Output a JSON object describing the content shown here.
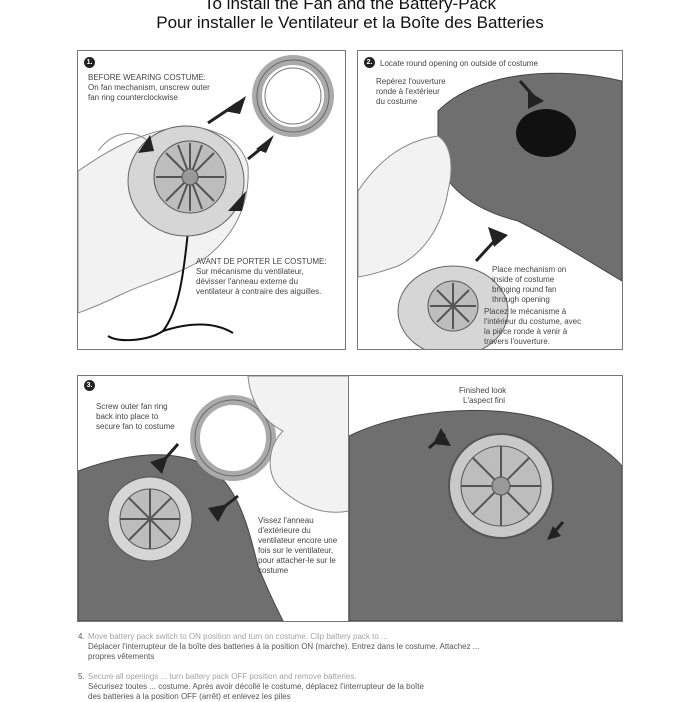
{
  "header": {
    "title_en": "To install the Fan and the Battery-Pack",
    "title_fr": "Pour installer le Ventilateur et la Boîte des Batteries"
  },
  "steps": {
    "s1": {
      "number": "1.",
      "en_heading": "BEFORE WEARING COSTUME:",
      "en_text": "On fan mechanism, unscrew outer\nfan ring counterclockwise",
      "fr_heading": "AVANT DE PORTER LE COSTUME:",
      "fr_text": "Sur mécanisme du ventilateur,\ndévisser l'anneau externe du\nventilateur à contraire des aiguilles."
    },
    "s2": {
      "number": "2.",
      "en_top": "Locate round opening on outside of costume",
      "fr_top": "Repérez l'ouverture\nronde à l'extérieur\ndu costume",
      "en_bottom": "Place mechanism on\ninside of costume\nbringing round fan\nthrough opening",
      "fr_bottom": "Placez le mécanisme à\nl'intérieur du costume, avec\nla pièce ronde à venir à\ntravers l'ouverture."
    },
    "s3": {
      "number": "3.",
      "en_text": "Screw outer fan ring\nback into place to\nsecure fan to costume",
      "fr_text": "Vissez l'anneau\nd'extérieure du\nventilateur encore une\nfois sur le ventilateur,\npour attacher-le sur le\ncostume"
    },
    "finished": {
      "en": "Finished look",
      "fr": "L'aspect fini"
    }
  },
  "footer": {
    "item4_number": "4.",
    "item4_en": "Move battery pack switch to ON position and turn on costume. Clip battery pack to ...",
    "item4_fr": "Déplacer l'interrupteur de la boîte des batteries à la position ON (marche). Entrez dans le costume. Attachez ...\npropres vêtements",
    "item5_number": "5.",
    "item5_en": "Secure all openings ... turn battery pack OFF position and remove batteries.",
    "item5_fr": "Sécurisez toutes ... costume. Après avoir décollé le costume, déplacez l'interrupteur de la boîte\ndes batteries à la position OFF (arrêt) et enlevez les piles"
  },
  "colors": {
    "hand": "#f2f2f2",
    "costume": "#6f6f6f",
    "fan": "#c9c9c9",
    "arrow": "#222222"
  }
}
